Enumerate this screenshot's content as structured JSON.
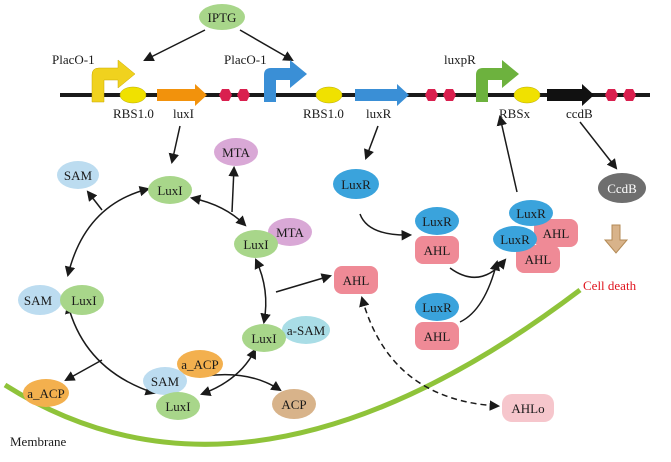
{
  "title": "",
  "inducer": "IPTG",
  "promoters": {
    "p1": "PlacO-1",
    "p2": "PlacO-1",
    "p3": "luxpR"
  },
  "rbs": {
    "r1": "RBS1.0",
    "r2": "RBS1.0",
    "r3": "RBSx"
  },
  "genes": {
    "g1": "luxI",
    "g2": "luxR",
    "g3": "ccdB"
  },
  "cycle": {
    "luxi_top": "LuxI",
    "mta_top": "MTA",
    "luxi_right": "LuxI",
    "mta_right": "MTA",
    "luxi_asam": "LuxI",
    "asam": "a-SAM",
    "sam_luxi_sam": "SAM",
    "sam_luxi_luxi": "LuxI",
    "sam_free": "SAM",
    "acp_free": "ACP",
    "a_acp_left": "a_ACP",
    "complex_sam": "SAM",
    "complex_aacp": "a_ACP",
    "complex_luxi": "LuxI"
  },
  "signal": {
    "luxr_free": "LuxR",
    "ahl_free": "AHL",
    "complex1_luxr": "LuxR",
    "complex1_ahl": "AHL",
    "complex2_luxr": "LuxR",
    "complex2_ahl": "AHL",
    "dimer_luxr1": "LuxR",
    "dimer_luxr2": "LuxR",
    "dimer_ahl1": "AHL",
    "dimer_ahl2": "AHL",
    "ahlo": "AHLo"
  },
  "output": {
    "ccdb_protein": "CcdB",
    "cell_death": "Cell death"
  },
  "membrane": "Membrane",
  "colors": {
    "green_node": "#a8d68a",
    "blue_node": "#3aa3dc",
    "light_blue": "#bcdcf0",
    "pink_node": "#ef8a96",
    "purple_node": "#d9a8d6",
    "orange_node": "#f3b04e",
    "tan_node": "#d8b38a",
    "cyan_node": "#a9dde6",
    "membrane": "#8fc33a",
    "rbs_yellow": "#f0e100",
    "terminator": "#d9204f",
    "death_red": "#e0141e"
  }
}
